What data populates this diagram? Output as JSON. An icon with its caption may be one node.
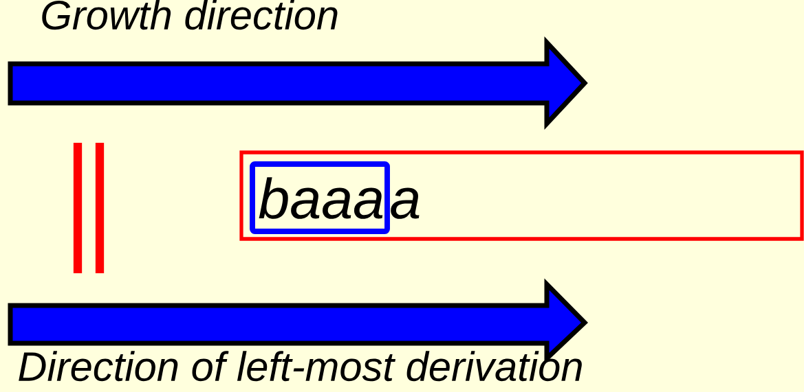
{
  "diagram": {
    "nodes": [
      {
        "text": [
          "a"
        ]
      },
      {
        "text": [
          "baaa"
        ],
        "in": 0
      }
    ],
    "labels": [
      "Growth direction",
      "Direction of left-most derivation"
    ]
  }
}
